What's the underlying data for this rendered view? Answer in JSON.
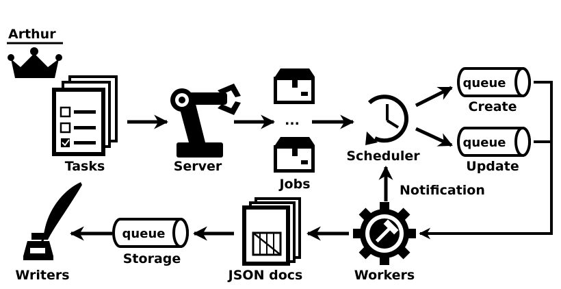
{
  "title": "Arthur",
  "nodes": {
    "tasks": "Tasks",
    "server": "Server",
    "jobs": "Jobs",
    "jobs_ellipsis": "...",
    "scheduler": "Scheduler",
    "workers": "Workers",
    "json_docs": "JSON docs",
    "writers": "Writers"
  },
  "queues": {
    "create": {
      "text": "queue",
      "label": "Create"
    },
    "update": {
      "text": "queue",
      "label": "Update"
    },
    "storage": {
      "text": "queue",
      "label": "Storage"
    }
  },
  "edges": {
    "notification": "Notification"
  },
  "icons": {
    "crown": "crown-icon",
    "tasks": "documents-checklist-icon",
    "server": "robot-arm-icon",
    "jobs": "box-icon",
    "scheduler": "clock-icon",
    "workers": "gear-hammer-icon",
    "json_docs": "documents-crate-icon",
    "writers": "quill-inkwell-icon"
  },
  "colors": {
    "ink": "#000000",
    "paper": "#ffffff"
  }
}
